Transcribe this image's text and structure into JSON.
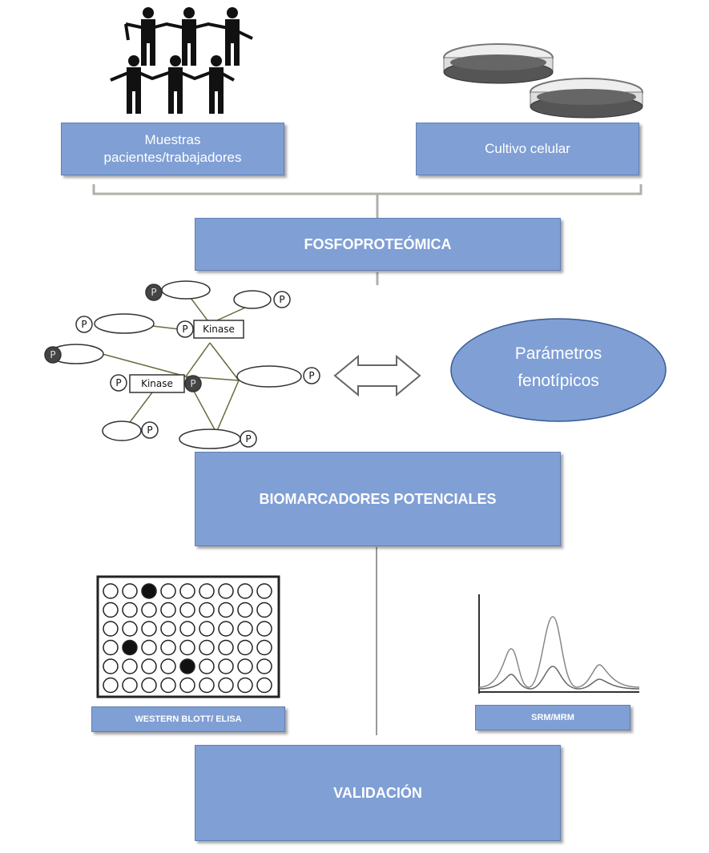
{
  "sources": {
    "patients_line1": "Muestras",
    "patients_line2": "pacientes/trabajadores",
    "culture": "Cultivo celular"
  },
  "steps": {
    "phospho": "FOSFOPROTEÓMICA",
    "biomarkers": "BIOMARCADORES POTENCIALES",
    "validation": "VALIDACIÓN"
  },
  "phenotype": {
    "line1": "Parámetros",
    "line2": "fenotípicos"
  },
  "network": {
    "kinase_label": "Kinase",
    "phospho_label": "P"
  },
  "methods": {
    "western": "WESTERN BLOTT/ ELISA",
    "srm": "SRM/MRM"
  },
  "colors": {
    "box_fill": "#7f9fd5",
    "box_text": "#ffffff",
    "phenotype_fill": "#7f9fd5"
  },
  "icons": [
    "people-icon",
    "petri-dish-icon",
    "phospho-network-diagram",
    "double-arrow-icon",
    "well-plate-icon",
    "chromatogram-icon"
  ]
}
